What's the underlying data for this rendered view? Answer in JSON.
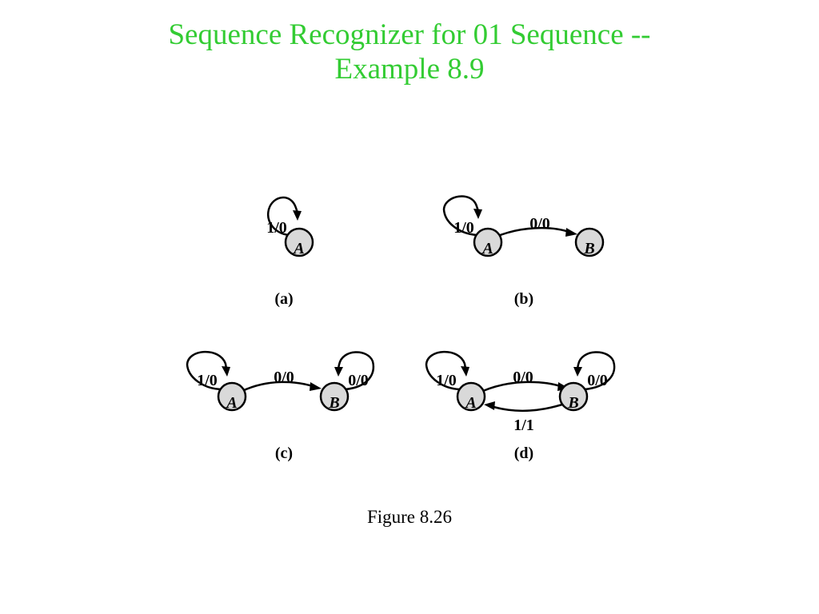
{
  "title": {
    "line1": "Sequence Recognizer for 01 Sequence --",
    "line2": "Example 8.9"
  },
  "caption": "Figure 8.26",
  "colors": {
    "title": "#33cc33",
    "state_fill": "#d9d9d9",
    "stroke": "#000000"
  },
  "panels": {
    "a": {
      "label": "(a)",
      "states": [
        "A"
      ],
      "transitions": [
        {
          "from": "A",
          "to": "A",
          "label": "1/0"
        }
      ]
    },
    "b": {
      "label": "(b)",
      "states": [
        "A",
        "B"
      ],
      "transitions": [
        {
          "from": "A",
          "to": "A",
          "label": "1/0"
        },
        {
          "from": "A",
          "to": "B",
          "label": "0/0"
        }
      ]
    },
    "c": {
      "label": "(c)",
      "states": [
        "A",
        "B"
      ],
      "transitions": [
        {
          "from": "A",
          "to": "A",
          "label": "1/0"
        },
        {
          "from": "A",
          "to": "B",
          "label": "0/0"
        },
        {
          "from": "B",
          "to": "B",
          "label": "0/0"
        }
      ]
    },
    "d": {
      "label": "(d)",
      "states": [
        "A",
        "B"
      ],
      "transitions": [
        {
          "from": "A",
          "to": "A",
          "label": "1/0"
        },
        {
          "from": "A",
          "to": "B",
          "label": "0/0"
        },
        {
          "from": "B",
          "to": "B",
          "label": "0/0"
        },
        {
          "from": "B",
          "to": "A",
          "label": "1/1"
        }
      ]
    }
  }
}
